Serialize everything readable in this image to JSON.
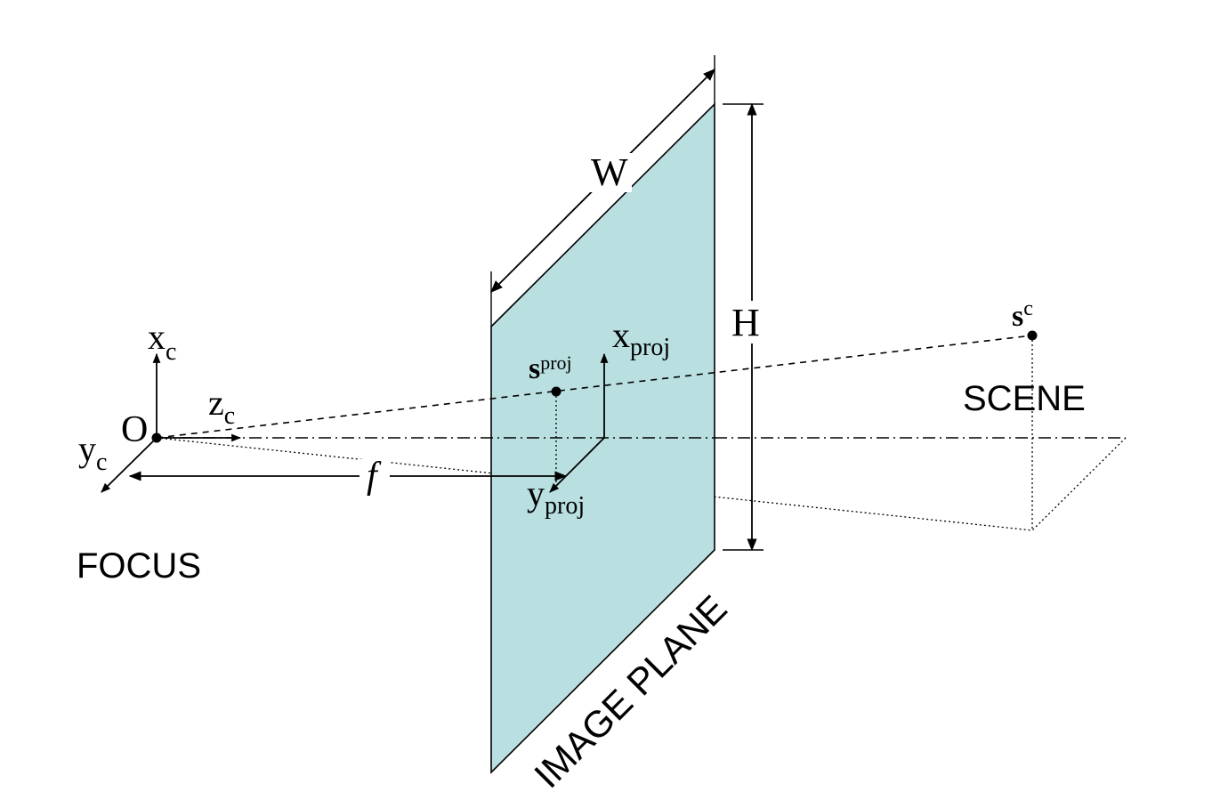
{
  "labels": {
    "x_c_main": "x",
    "x_c_sub": "c",
    "y_c_main": "y",
    "y_c_sub": "c",
    "z_c_main": "z",
    "z_c_sub": "c",
    "origin": "O",
    "focal": "f",
    "width": "W",
    "height": "H",
    "s_proj_main": "s",
    "s_proj_sup": "proj",
    "x_proj_main": "x",
    "x_proj_sub": "proj",
    "y_proj_main": "y",
    "y_proj_sub": "proj",
    "s_c_main": "s",
    "s_c_sup": "c",
    "focus": "FOCUS",
    "scene": "SCENE",
    "image_plane": "IMAGE PLANE"
  },
  "colors": {
    "plane_fill": "#b9dfe1",
    "stroke": "#000000",
    "background": "#ffffff"
  }
}
